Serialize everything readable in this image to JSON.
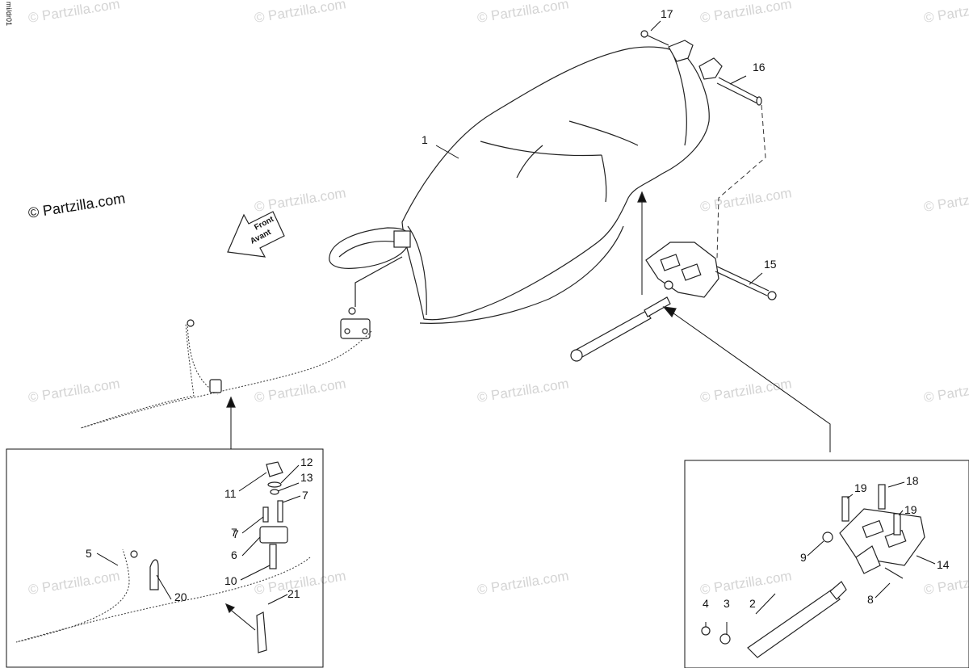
{
  "diagram": {
    "drawing_code": "mi/dr01",
    "main_watermark": "© Partzilla.com",
    "watermark_text": "© Partzilla.com",
    "front_label_line1": "Front",
    "front_label_line2": "Avant",
    "callouts": [
      "1",
      "2",
      "3",
      "4",
      "5",
      "6",
      "7",
      "7",
      "7",
      "8",
      "9",
      "10",
      "11",
      "12",
      "13",
      "14",
      "15",
      "16",
      "17",
      "18",
      "19",
      "19",
      "20",
      "21"
    ]
  }
}
